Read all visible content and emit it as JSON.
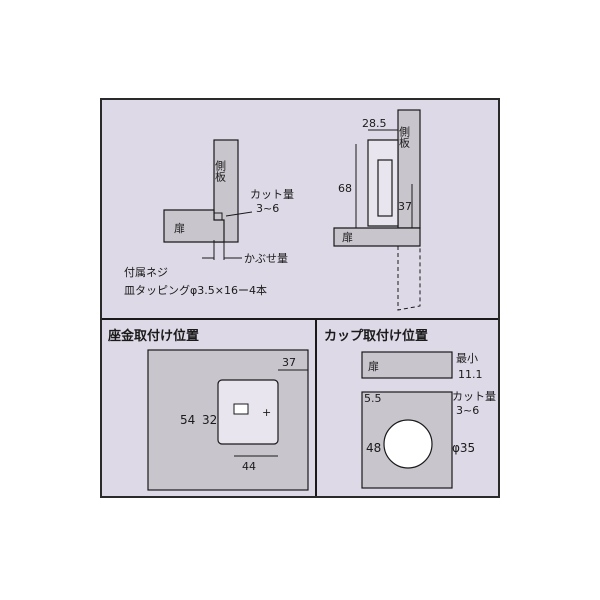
{
  "top_left": {
    "side_panel": "側板",
    "door": "扉",
    "cut_label": "カット量",
    "cut_value": "3~6",
    "overlay": "かぶせ量",
    "screw_line1": "付属ネジ",
    "screw_line2": "皿タッピングφ3.5×16ー4本"
  },
  "top_right": {
    "side_panel": "側板",
    "door": "扉",
    "dim_28_5": "28.5",
    "dim_68": "68",
    "dim_37": "37"
  },
  "mount_plate": {
    "title": "座金取付け位置",
    "dim_37": "37",
    "dim_54": "54",
    "dim_32": "32",
    "dim_44": "44"
  },
  "cup": {
    "title": "カップ取付け位置",
    "door": "扉",
    "min_label": "最小",
    "min_value": "11.1",
    "dim_5_5": "5.5",
    "cut_label": "カット量",
    "cut_value": "3~6",
    "dim_48": "48",
    "dia": "φ35"
  },
  "colors": {
    "background": "#ddd9e6",
    "parts": "#c9c5cc",
    "line": "#1a1a1a"
  }
}
